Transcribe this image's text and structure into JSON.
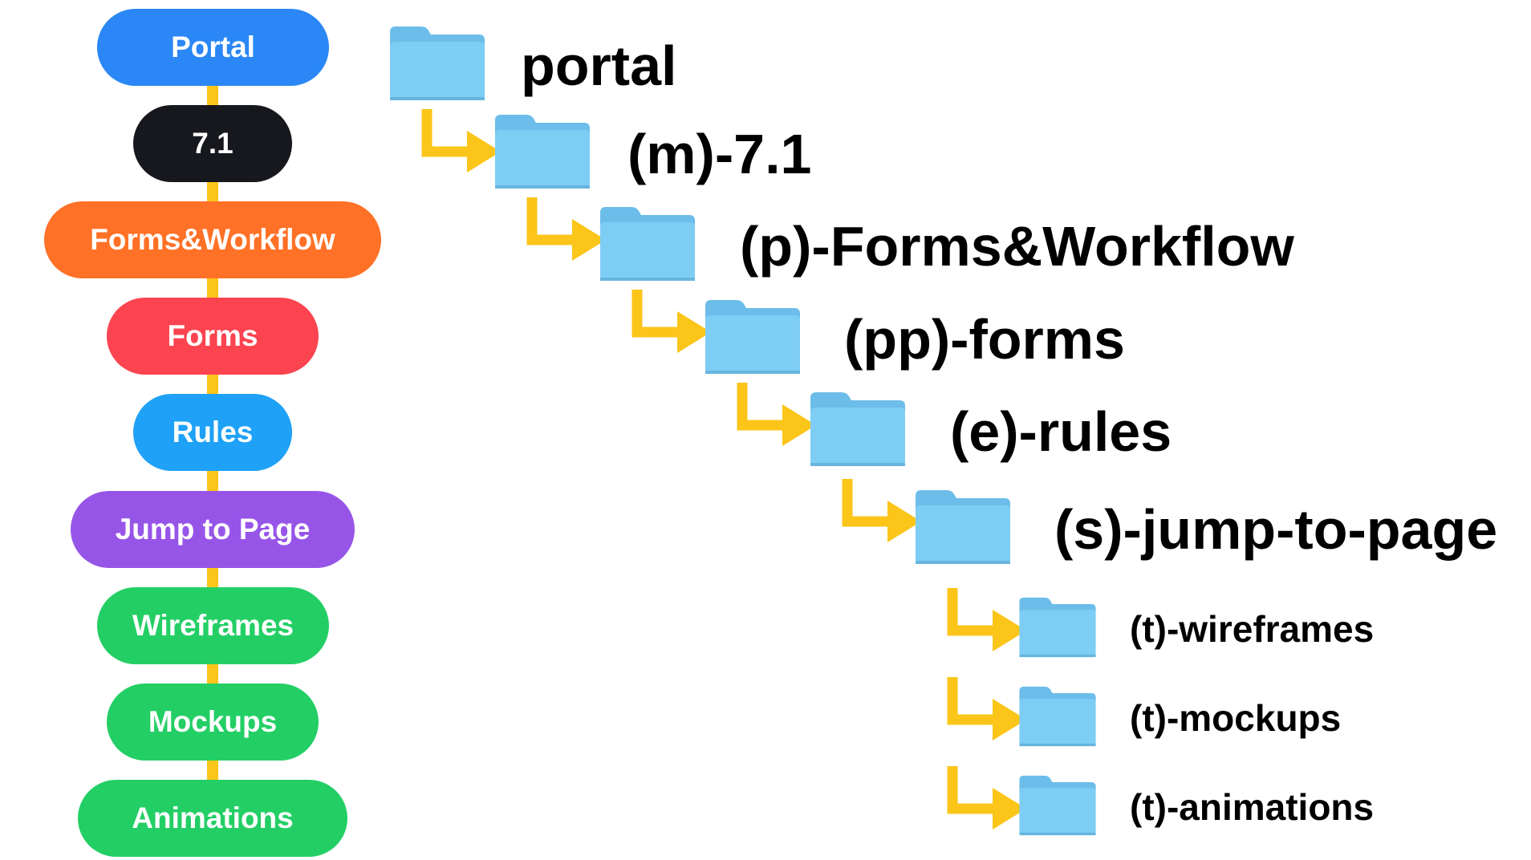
{
  "pills": [
    {
      "label": "Portal",
      "color": "#2a87f5"
    },
    {
      "label": "7.1",
      "color": "#16181d"
    },
    {
      "label": "Forms&Workflow",
      "color": "#ff7126"
    },
    {
      "label": "Forms",
      "color": "#fb4450"
    },
    {
      "label": "Rules",
      "color": "#1ea1f6"
    },
    {
      "label": "Jump to Page",
      "color": "#9755e8"
    },
    {
      "label": "Wireframes",
      "color": "#23cf65"
    },
    {
      "label": "Mockups",
      "color": "#23cf65"
    },
    {
      "label": "Animations",
      "color": "#23cf65"
    }
  ],
  "tree": [
    {
      "label": "portal",
      "level": 0
    },
    {
      "label": "(m)-7.1",
      "level": 1
    },
    {
      "label": "(p)-Forms&Workflow",
      "level": 2
    },
    {
      "label": "(pp)-forms",
      "level": 3
    },
    {
      "label": "(e)-rules",
      "level": 4
    },
    {
      "label": "(s)-jump-to-page",
      "level": 5
    },
    {
      "label": "(t)-wireframes",
      "level": 6
    },
    {
      "label": "(t)-mockups",
      "level": 6
    },
    {
      "label": "(t)-animations",
      "level": 6
    }
  ],
  "colors": {
    "connector": "#fbc51a",
    "folder_front": "#7ecdf5",
    "folder_back": "#6cbde9",
    "arrow": "#fbc51a"
  },
  "icons": {
    "folder": "folder-icon",
    "arrow": "arrow-icon"
  }
}
